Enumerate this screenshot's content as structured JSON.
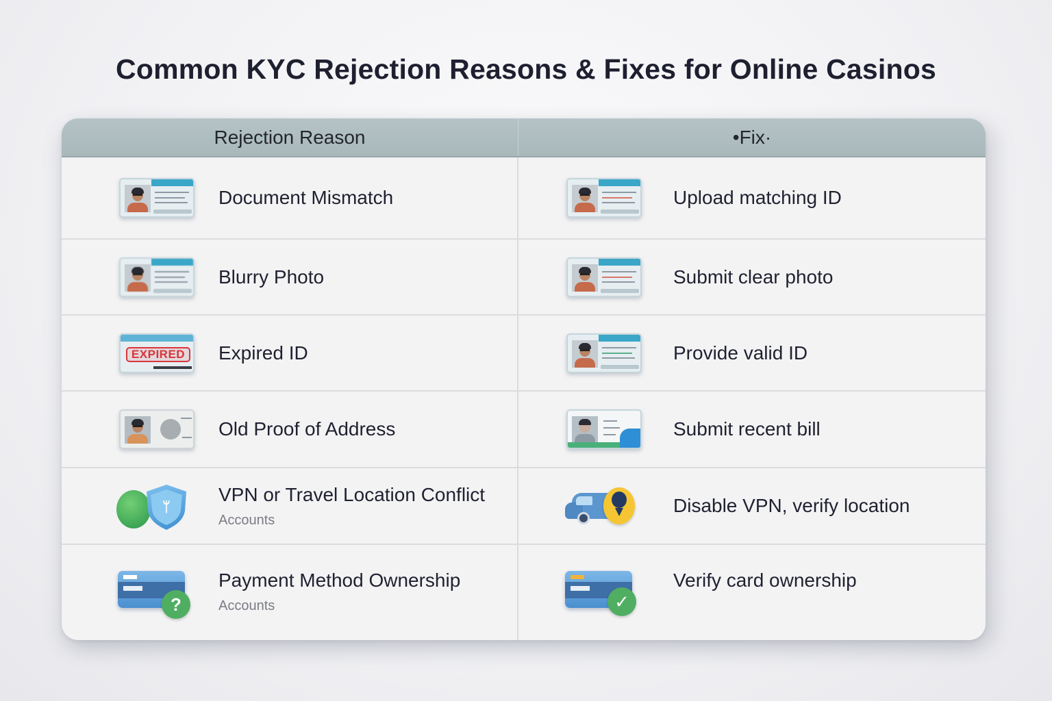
{
  "page": {
    "title": "Common KYC Rejection Reasons & Fixes for Online Casinos"
  },
  "table": {
    "columns": {
      "reason": "Rejection Reason",
      "fix": "•Fix·"
    },
    "rows": [
      {
        "reason": "Document Mismatch",
        "reason_icon": "id-card-icon",
        "fix": "Upload matching ID",
        "fix_icon": "id-card-icon"
      },
      {
        "reason": "Blurry Photo",
        "reason_icon": "blurry-id-card-icon",
        "fix": "Submit clear photo",
        "fix_icon": "id-card-icon"
      },
      {
        "reason": "Expired ID",
        "reason_icon": "expired-id-card-icon",
        "reason_stamp": "EXPIRED",
        "fix": "Provide valid ID",
        "fix_icon": "id-card-icon"
      },
      {
        "reason": "Old Proof of Address",
        "reason_icon": "old-address-document-icon",
        "fix": "Submit recent bill",
        "fix_icon": "utility-bill-icon"
      },
      {
        "reason": "VPN or Travel Location Conflict",
        "reason_sub": "Accounts",
        "reason_icon": "globe-shield-icon",
        "reason_shield_glyph": "ᛘ",
        "fix": "Disable VPN, verify location",
        "fix_icon": "van-location-pin-icon"
      },
      {
        "reason": "Payment Method Ownership",
        "reason_sub": "Accounts",
        "reason_icon": "credit-card-question-icon",
        "reason_badge": "?",
        "fix": "Verify card ownership",
        "fix_icon": "credit-card-check-icon",
        "fix_badge": "✓"
      }
    ]
  },
  "colors": {
    "header_bg": "#aebdc0",
    "title_text": "#1e2030",
    "sub_text": "#7a7c84",
    "expired_red": "#d8353b",
    "badge_green": "#4fae62",
    "card_blue": "#4b8fd0",
    "pin_yellow": "#f5c534"
  }
}
